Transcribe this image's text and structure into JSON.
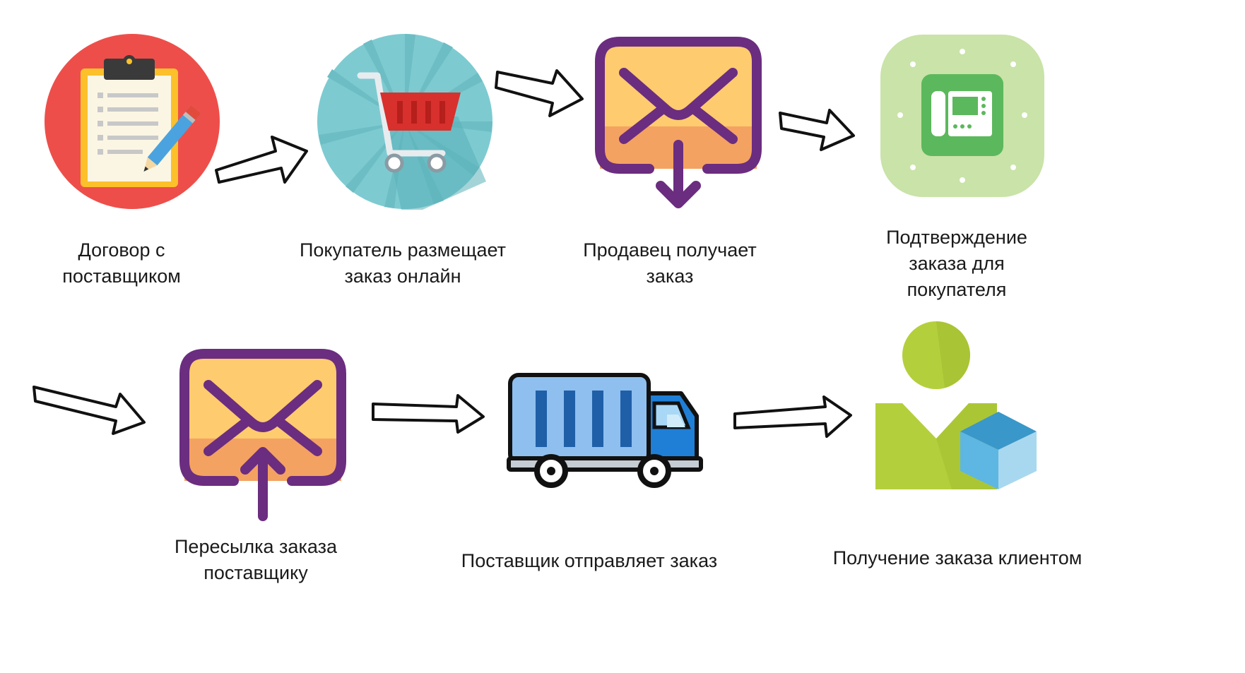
{
  "steps": [
    {
      "icon": "clipboard-contract-icon",
      "label": "Договор с\nпоставщиком"
    },
    {
      "icon": "shopping-cart-icon",
      "label": "Покупатель размещает\nзаказ онлайн"
    },
    {
      "icon": "envelope-download-icon",
      "label": "Продавец получает\nзаказ"
    },
    {
      "icon": "telephone-icon",
      "label": "Подтверждение\nзаказа для\nпокупателя"
    },
    {
      "icon": "envelope-upload-icon",
      "label": "Пересылка заказа\nпоставщику"
    },
    {
      "icon": "delivery-truck-icon",
      "label": "Поставщик отправляет заказ"
    },
    {
      "icon": "customer-package-icon",
      "label": "Получение заказа клиентом"
    }
  ],
  "colors": {
    "clipboard_bg": "#ee4e4a",
    "cart_bg": "#7dcbd1",
    "envelope_frame": "#6b2d80",
    "envelope_top": "#fecb6e",
    "envelope_bottom": "#f4a261",
    "phone_bg": "#c9e3a8",
    "phone_green": "#5cb85c",
    "truck_body": "#8ebfef",
    "truck_cab": "#1f7fd6",
    "person_green": "#b4cf3c",
    "box_blue": "#3aa3d6",
    "arrow_stroke": "#111111"
  }
}
